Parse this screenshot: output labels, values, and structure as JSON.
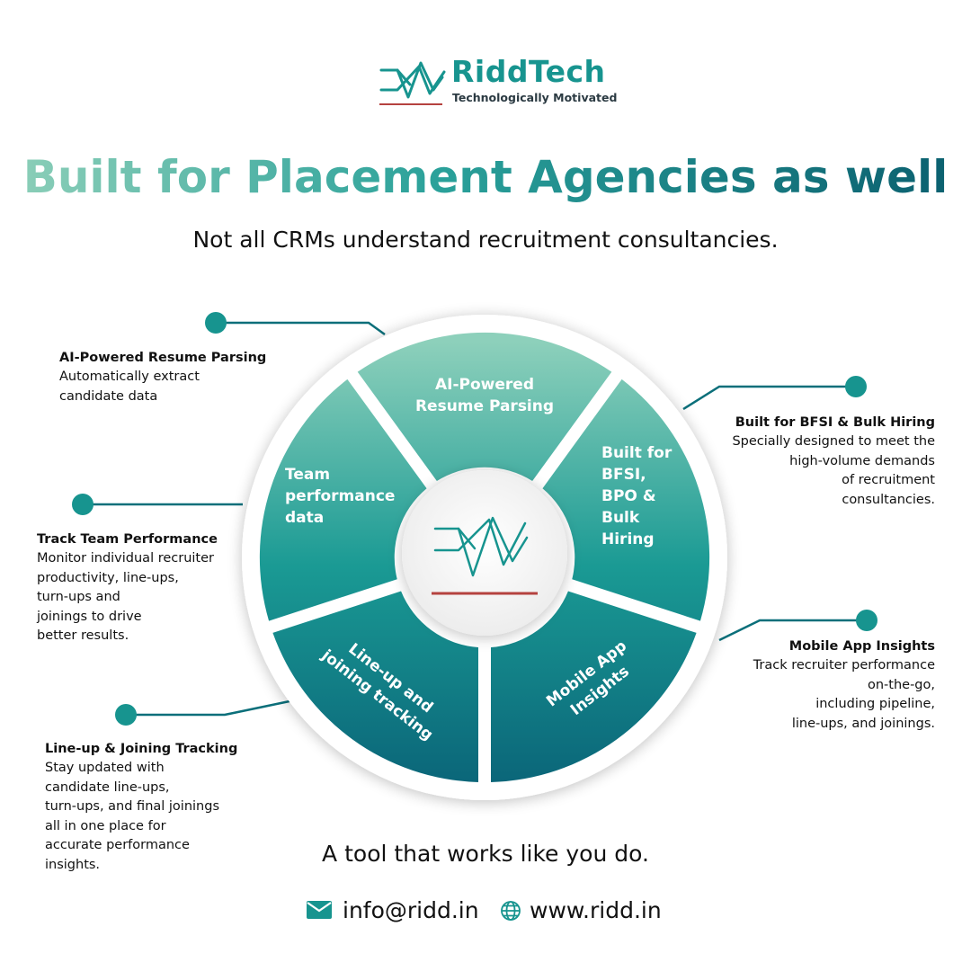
{
  "brand": {
    "name": "RiddTech",
    "tagline": "Technologically Motivated"
  },
  "headline": "Built for Placement Agencies as well",
  "subheadline": "Not all CRMs understand recruitment consultancies.",
  "wheel": {
    "segments": [
      {
        "lines": [
          "AI-Powered",
          "Resume Parsing"
        ]
      },
      {
        "lines": [
          "Built for",
          "BFSI,",
          "BPO &",
          "Bulk",
          "Hiring"
        ]
      },
      {
        "lines": [
          "Mobile App",
          "Insights"
        ]
      },
      {
        "lines": [
          "Line-up and",
          "joining tracking"
        ]
      },
      {
        "lines": [
          "Team",
          "performance",
          "data"
        ]
      }
    ]
  },
  "callouts": {
    "resume": {
      "title": "AI-Powered Resume Parsing",
      "lines": [
        "Automatically extract",
        "candidate data"
      ]
    },
    "bfsi": {
      "title": "Built for BFSI & Bulk Hiring",
      "lines": [
        "Specially designed to meet the",
        "high-volume demands",
        "of recruitment",
        "consultancies."
      ]
    },
    "team": {
      "title": "Track Team Performance",
      "lines": [
        "Monitor individual recruiter",
        "productivity, line-ups,",
        "turn-ups and",
        "joinings to drive",
        "better results."
      ]
    },
    "mobile": {
      "title": "Mobile App Insights",
      "lines": [
        "Track recruiter performance",
        "on-the-go,",
        "including pipeline,",
        "line-ups, and joinings."
      ]
    },
    "lineup": {
      "title": "Line-up & Joining Tracking",
      "lines": [
        "Stay updated with",
        "candidate line-ups,",
        "turn-ups, and final joinings",
        "all in one place for",
        "accurate performance",
        "insights."
      ]
    }
  },
  "footer": {
    "tagline": "A tool that works like you do.",
    "email": "info@ridd.in",
    "website": "www.ridd.in"
  },
  "colors": {
    "teal_light": "#8dd0bb",
    "teal": "#17948f",
    "teal_dark": "#0b6f7a",
    "accent_red": "#b5423f"
  },
  "icons": {
    "logo": "zigzag-mark",
    "email": "envelope-icon",
    "website": "globe-icon"
  }
}
